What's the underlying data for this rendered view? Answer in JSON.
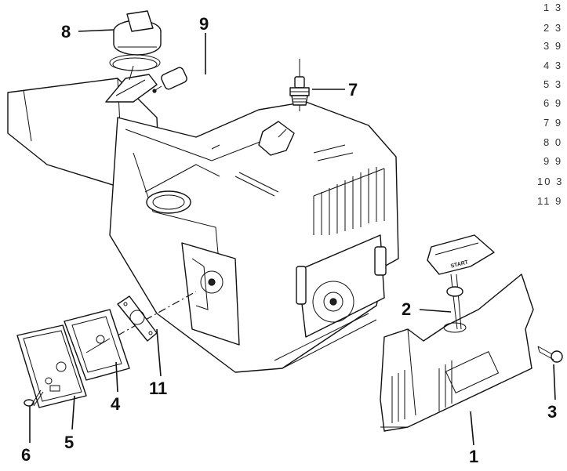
{
  "callouts": [
    {
      "id": "1",
      "label": "1"
    },
    {
      "id": "2",
      "label": "2"
    },
    {
      "id": "3",
      "label": "3"
    },
    {
      "id": "4",
      "label": "4"
    },
    {
      "id": "5",
      "label": "5"
    },
    {
      "id": "6",
      "label": "6"
    },
    {
      "id": "7",
      "label": "7"
    },
    {
      "id": "8",
      "label": "8"
    },
    {
      "id": "9",
      "label": "9"
    },
    {
      "id": "11",
      "label": "11"
    }
  ],
  "reference_list": [
    {
      "item": "1",
      "code": "3"
    },
    {
      "item": "2",
      "code": "3"
    },
    {
      "item": "3",
      "code": "9"
    },
    {
      "item": "4",
      "code": "3"
    },
    {
      "item": "5",
      "code": "3"
    },
    {
      "item": "6",
      "code": "9"
    },
    {
      "item": "7",
      "code": "9"
    },
    {
      "item": "8",
      "code": "0"
    },
    {
      "item": "9",
      "code": "9"
    },
    {
      "item": "10",
      "code": "3"
    },
    {
      "item": "11",
      "code": "9"
    }
  ],
  "handle_text": "START"
}
